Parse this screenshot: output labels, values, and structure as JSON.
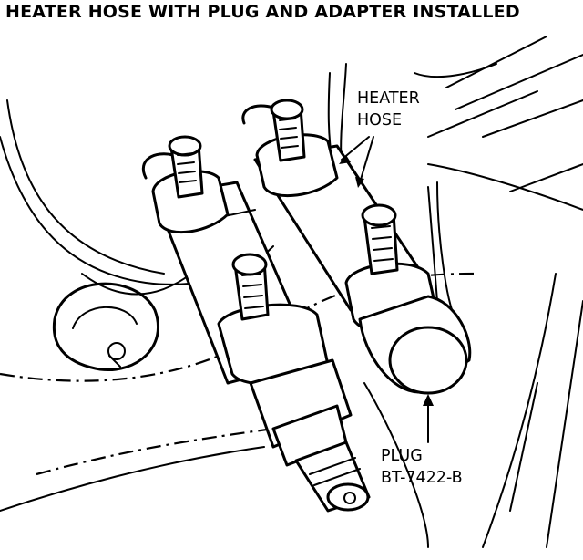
{
  "title": "HEATER HOSE WITH PLUG AND ADAPTER INSTALLED",
  "callouts": {
    "heater_hose": [
      "HEATER",
      "HOSE"
    ],
    "plug": [
      "PLUG",
      "BT-7422-B"
    ]
  }
}
